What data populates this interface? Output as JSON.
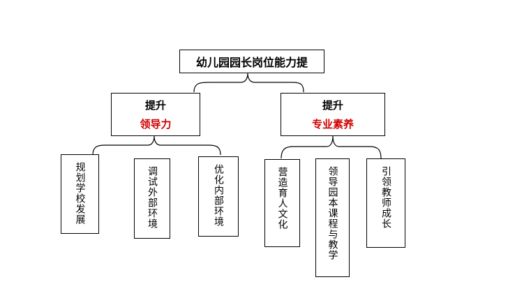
{
  "root": {
    "label": "幼儿园园长岗位能力提"
  },
  "branches": [
    {
      "top": "提升",
      "bottom": "领导力",
      "leaves": [
        "规划学校发展",
        "调试外部环境",
        "优化内部环境"
      ]
    },
    {
      "top": "提升",
      "bottom": "专业素养",
      "leaves": [
        "营造育人文化",
        "领导园本课程与教学",
        "引领教师成长"
      ]
    }
  ]
}
